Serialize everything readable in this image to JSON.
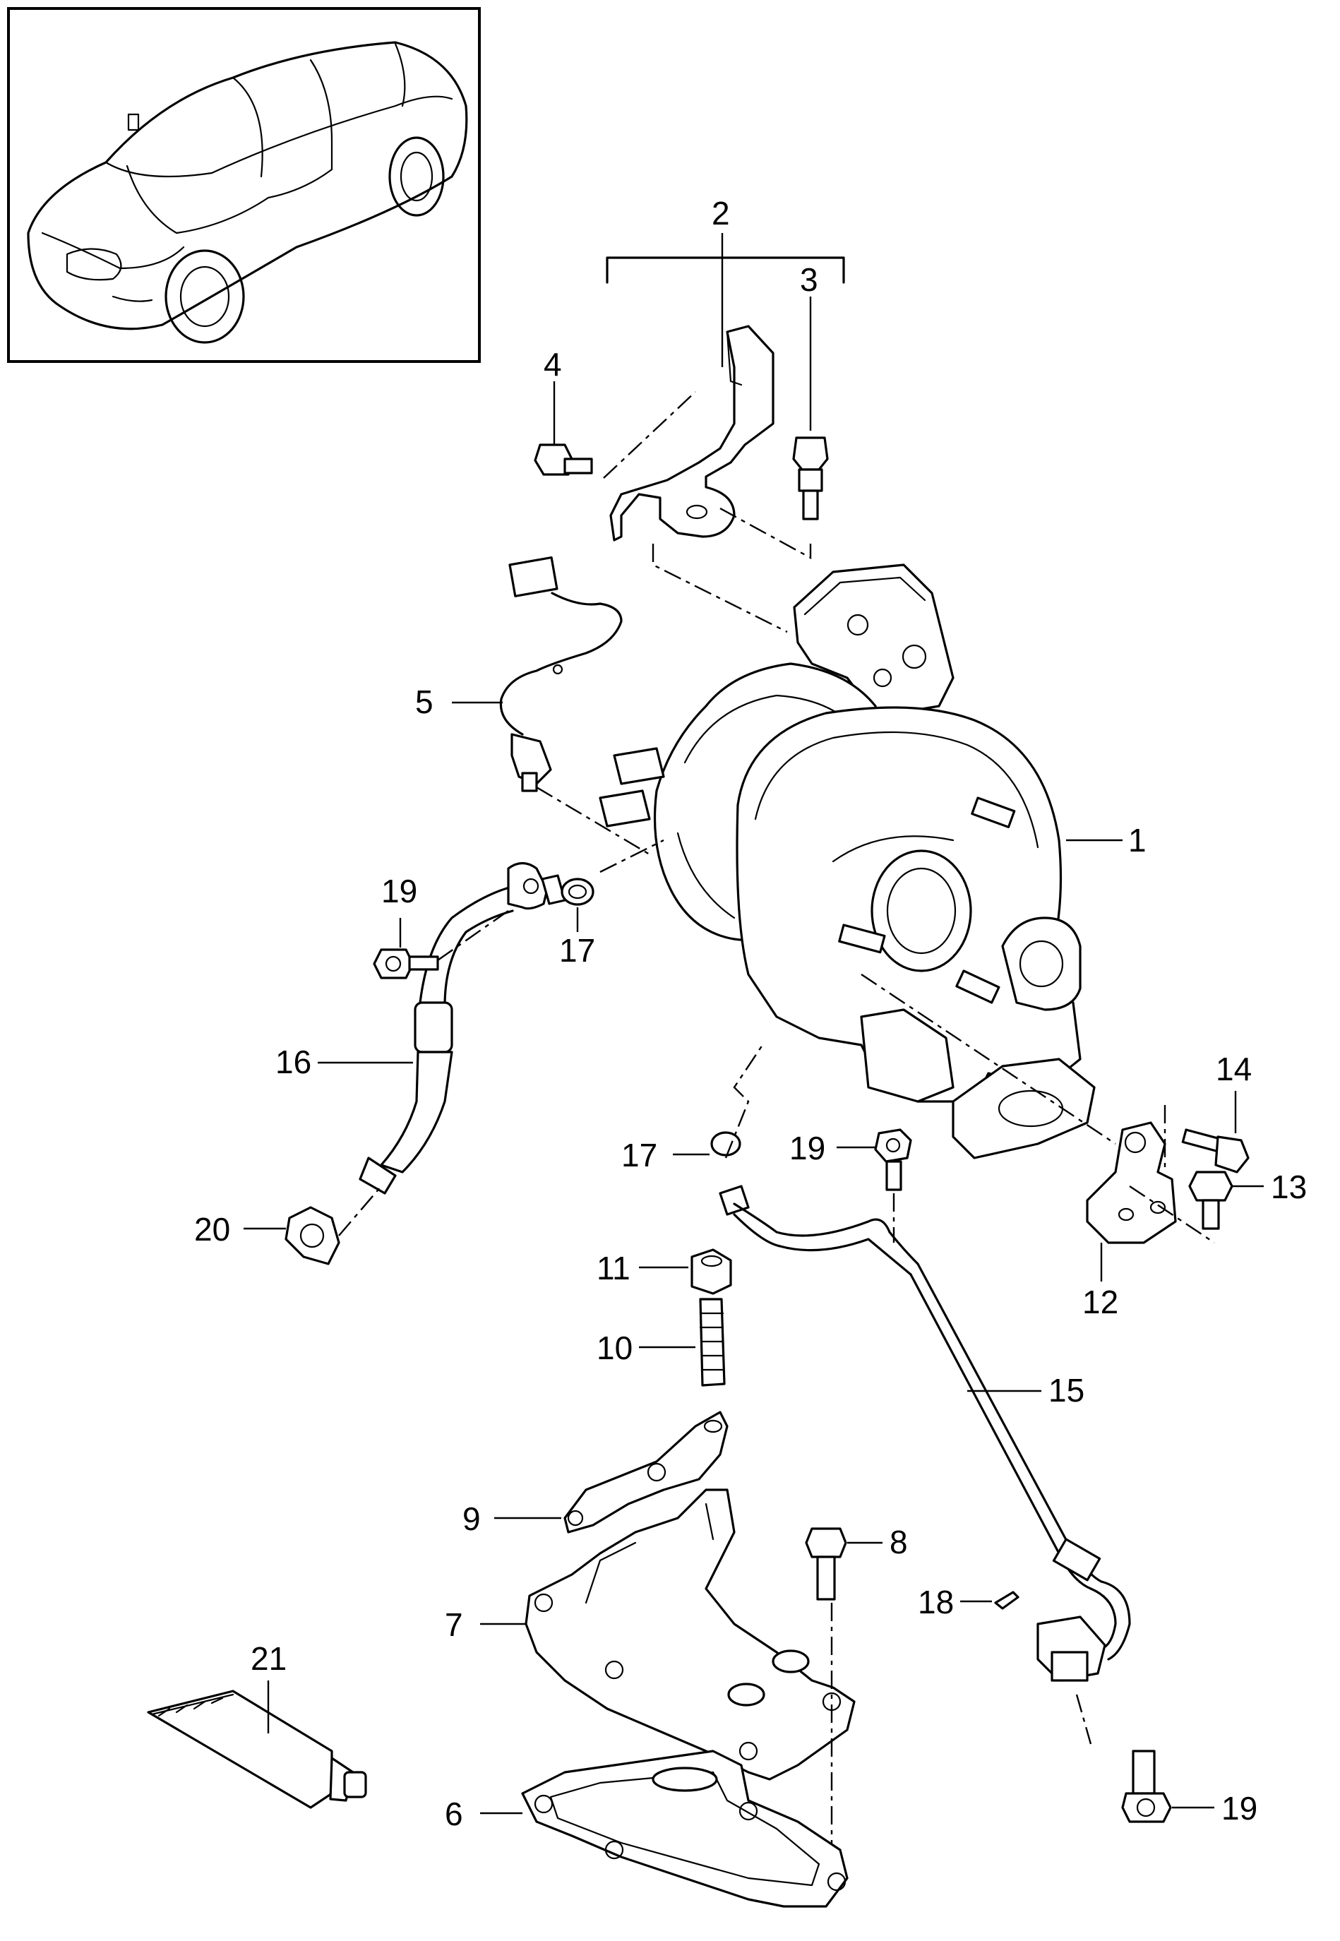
{
  "callouts": [
    {
      "id": "c1",
      "text": "1"
    },
    {
      "id": "c2",
      "text": "2"
    },
    {
      "id": "c3",
      "text": "3"
    },
    {
      "id": "c4",
      "text": "4"
    },
    {
      "id": "c5",
      "text": "5"
    },
    {
      "id": "c6",
      "text": "6"
    },
    {
      "id": "c7",
      "text": "7"
    },
    {
      "id": "c8",
      "text": "8"
    },
    {
      "id": "c9",
      "text": "9"
    },
    {
      "id": "c10",
      "text": "10"
    },
    {
      "id": "c11",
      "text": "11"
    },
    {
      "id": "c12",
      "text": "12"
    },
    {
      "id": "c13",
      "text": "13"
    },
    {
      "id": "c14",
      "text": "14"
    },
    {
      "id": "c15",
      "text": "15"
    },
    {
      "id": "c16",
      "text": "16"
    },
    {
      "id": "c17a",
      "text": "17"
    },
    {
      "id": "c17b",
      "text": "17"
    },
    {
      "id": "c18",
      "text": "18"
    },
    {
      "id": "c19a",
      "text": "19"
    },
    {
      "id": "c19b",
      "text": "19"
    },
    {
      "id": "c19c",
      "text": "19"
    },
    {
      "id": "c20",
      "text": "20"
    },
    {
      "id": "c21",
      "text": "21"
    }
  ]
}
